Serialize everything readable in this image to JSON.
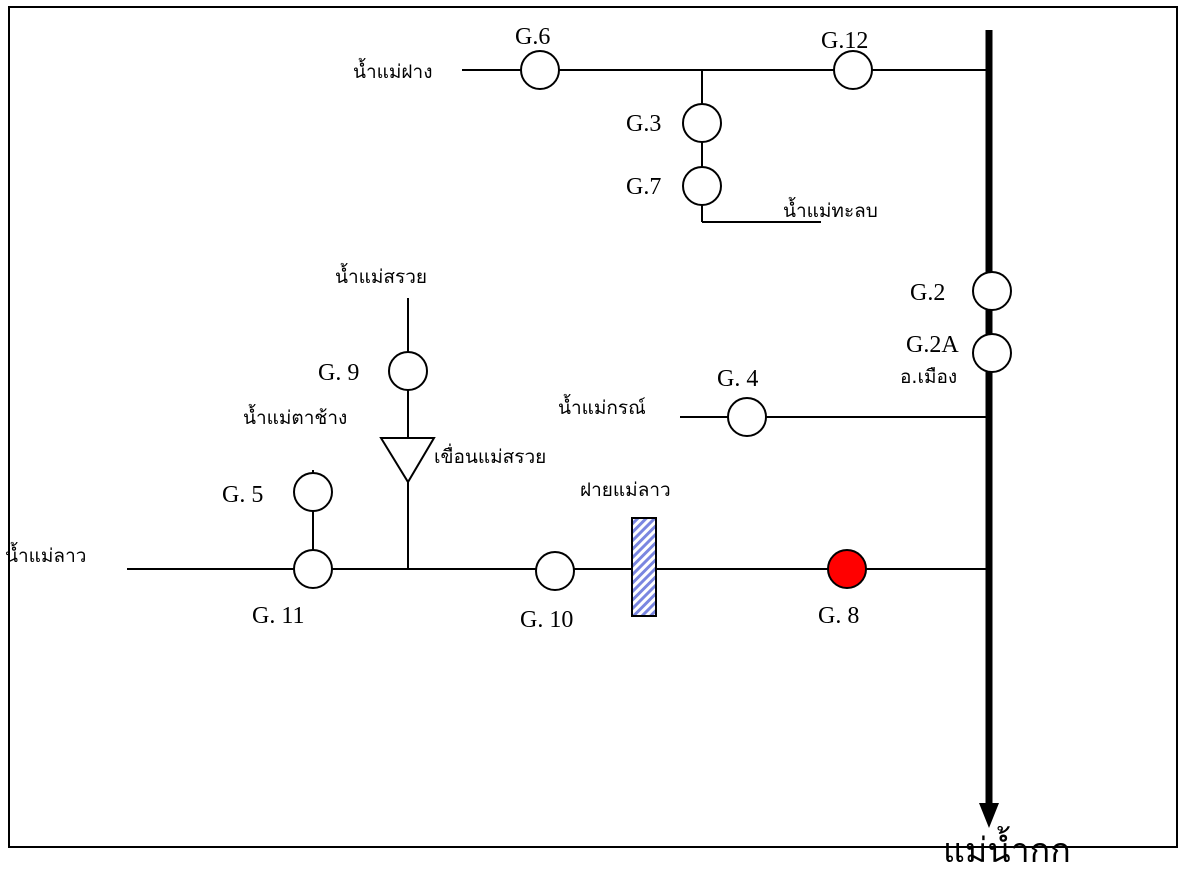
{
  "colors": {
    "line": "#000000",
    "station_fill": "#ffffff",
    "highlight_station_fill": "#ff0000",
    "weir_fill": "#9da6e8"
  },
  "rivers": {
    "main": "แม่น้ำกก",
    "mae_fang": "น้ำแม่ฝาง",
    "mae_thalop": "น้ำแม่ทะลบ",
    "mae_suai": "น้ำแม่สรวย",
    "mae_ta_chang": "น้ำแม่ตาช้าง",
    "mae_lao": "น้ำแม่ลาว",
    "mae_korn": "น้ำแม่กรณ์"
  },
  "structures": {
    "dam": "เขื่อนแม่สรวย",
    "weir": "ฝายแม่ลาว",
    "district": "อ.เมือง"
  },
  "stations": {
    "g6": "G.6",
    "g12": "G.12",
    "g3": "G.3",
    "g7": "G.7",
    "g2": "G.2",
    "g2a": "G.2A",
    "g4": "G. 4",
    "g9": "G. 9",
    "g5": "G. 5",
    "g11": "G. 11",
    "g10": "G. 10",
    "g8": "G. 8"
  }
}
